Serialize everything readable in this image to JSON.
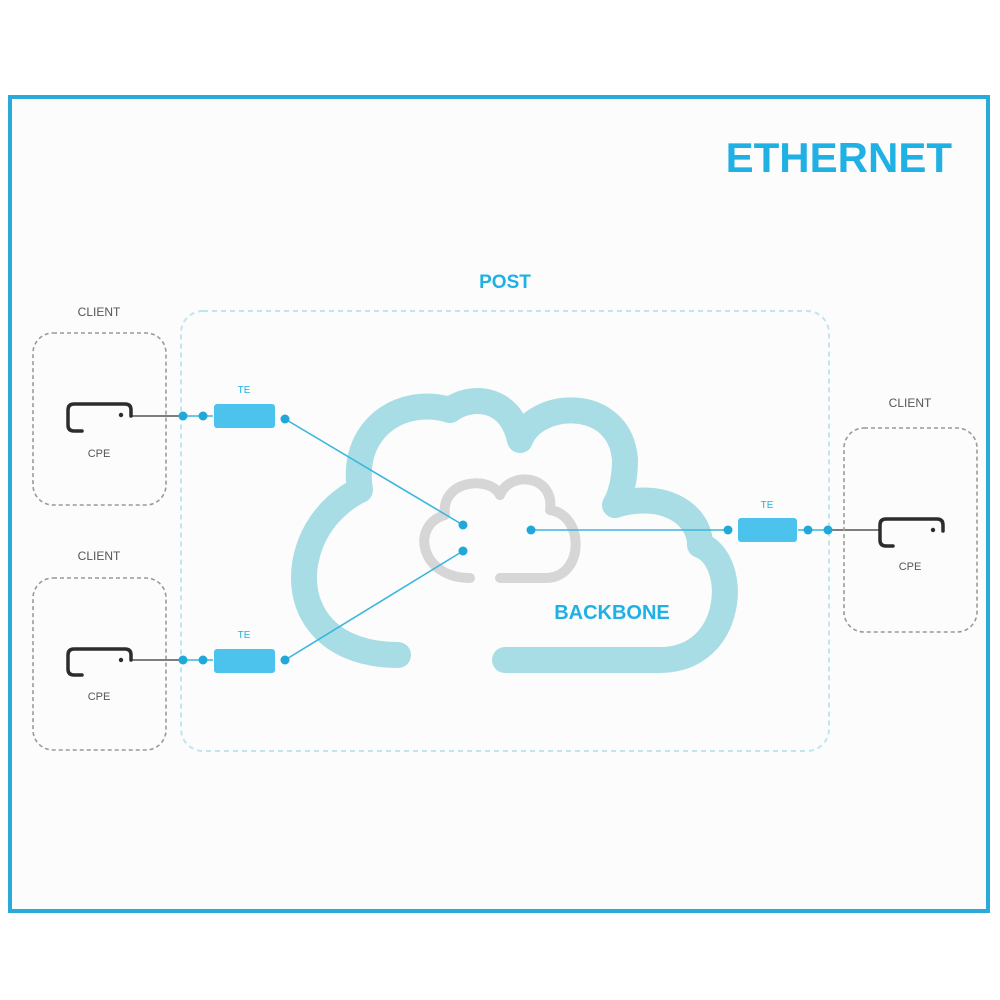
{
  "title": "ETHERNET",
  "post_label": "POST",
  "backbone_label": "BACKBONE",
  "te_label": "TE",
  "clients": [
    {
      "label": "CLIENT",
      "device": "CPE"
    },
    {
      "label": "CLIENT",
      "device": "CPE"
    },
    {
      "label": "CLIENT",
      "device": "CPE"
    }
  ],
  "colors": {
    "frame": "#2aaad9",
    "title": "#1fb0e4",
    "cloud": "#a8dde5",
    "inner_cloud": "#d6d6d6",
    "te_box": "#4cc3ec",
    "line": "#39b6de",
    "dashed_client": "#9a9a9a",
    "dashed_post": "#bfe6ee",
    "device": "#2c2c2c",
    "label_grey": "#555555"
  }
}
